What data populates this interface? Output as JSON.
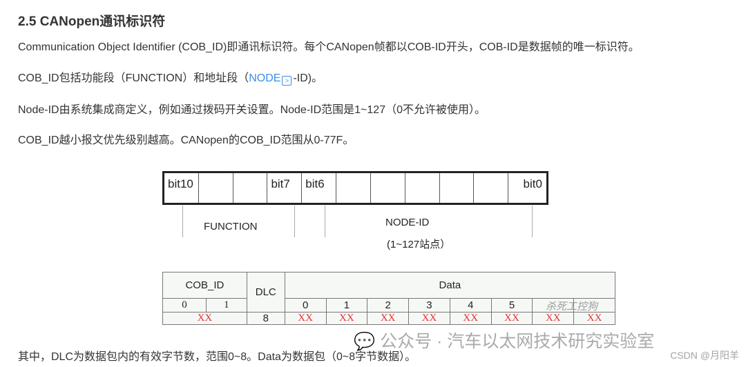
{
  "heading": "2.5 CANopen通讯标识符",
  "paragraphs": {
    "p1": "Communication Object Identifier (COB_ID)即通讯标识符。每个CANopen帧都以COB-ID开头，COB-ID是数据帧的唯一标识符。",
    "p2_before": "COB_ID包括功能段（FUNCTION）和地址段（",
    "p2_link": "NODE",
    "p2_after": "-ID)。",
    "p3": "Node-ID由系统集成商定义，例如通过拨码开关设置。Node-ID范围是1~127（0不允许被使用）。",
    "p4": "COB_ID越小报文优先级别越高。CANopen的COB_ID范围从0-77F。",
    "p5": "其中，DLC为数据包内的有效字节数，范围0~8。Data为数据包（0~8字节数据）。"
  },
  "bit_diagram": {
    "cells": [
      "bit10",
      "",
      "",
      "bit7",
      "bit6",
      "",
      "",
      "",
      "",
      "",
      "bit0"
    ],
    "function_label": "FUNCTION",
    "node_label": "NODE-ID",
    "node_range": "(1~127站点）"
  },
  "frame_table": {
    "cob_id": "COB_ID",
    "dlc": "DLC",
    "data": "Data",
    "cob_sub": [
      "0",
      "1"
    ],
    "data_sub": [
      "0",
      "1",
      "2",
      "3",
      "4",
      "5",
      "",
      ""
    ],
    "cob_value": "XX",
    "dlc_value": "8",
    "data_values": [
      "XX",
      "XX",
      "XX",
      "XX",
      "XX",
      "XX",
      "XX",
      "XX"
    ]
  },
  "watermarks": {
    "image": "杀死工控狗",
    "account": "公众号 · 汽车以太网技术研究实验室",
    "csdn": "CSDN @月阳羊"
  }
}
